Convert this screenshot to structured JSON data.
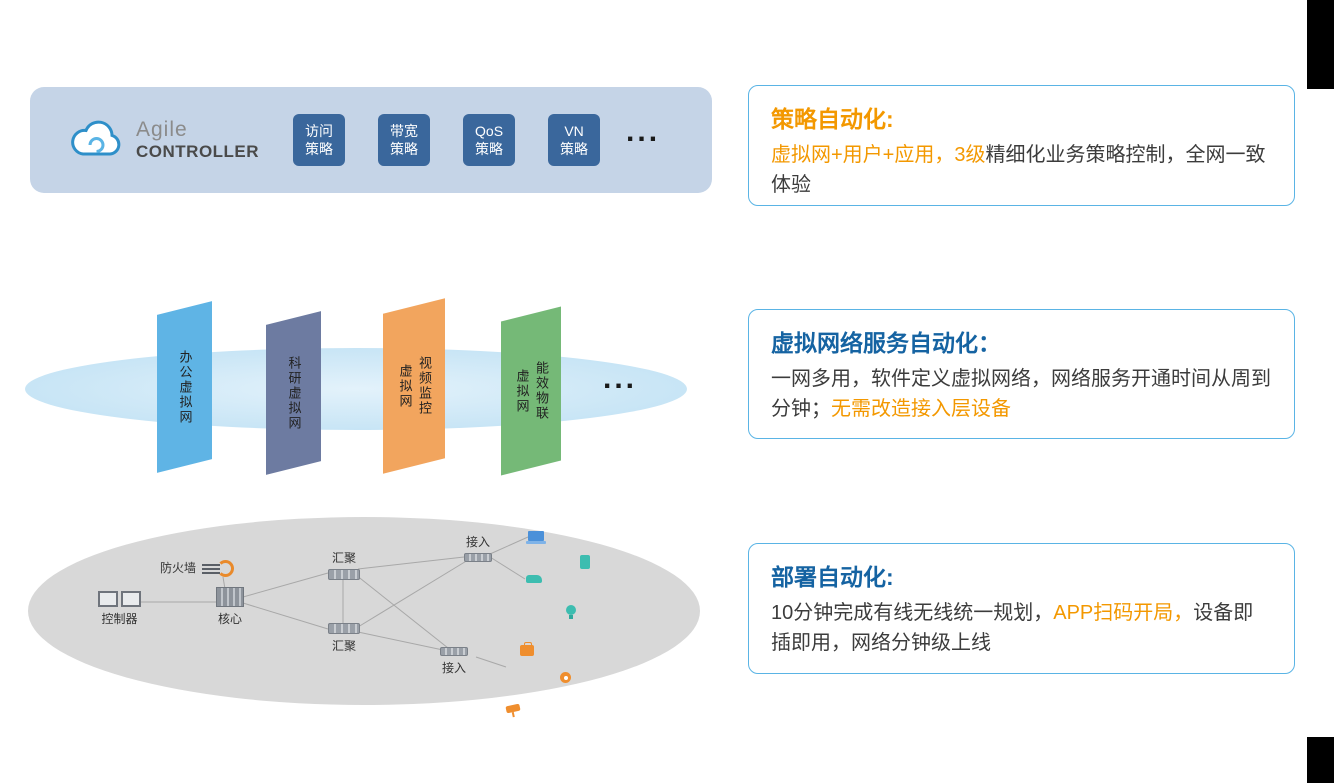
{
  "page": {
    "background": "#ffffff"
  },
  "controller_bar": {
    "bar_color": "#c5d4e7",
    "brand": {
      "line1": "Agile",
      "line2": "CONTROLLER"
    },
    "badge_color": "#3a679c",
    "badges": [
      {
        "line1": "访问",
        "line2": "策略"
      },
      {
        "line1": "带宽",
        "line2": "策略"
      },
      {
        "line1": "QoS",
        "line2": "策略"
      },
      {
        "line1": "VN",
        "line2": "策略"
      }
    ],
    "ellipsis": "..."
  },
  "virtual_network_layer": {
    "panels": [
      {
        "label": "办公虚拟网",
        "color": "#5fb4e5"
      },
      {
        "label": "科研虚拟网",
        "color": "#6d7ba1"
      },
      {
        "label": "视频监控\n虚拟网",
        "color": "#f2a55e"
      },
      {
        "label": "能效物联\n虚拟网",
        "color": "#75b977"
      }
    ],
    "ellipsis": "..."
  },
  "topology": {
    "labels": {
      "firewall": "防火墙",
      "controller": "控制器",
      "core": "核心",
      "agg_top": "汇聚",
      "agg_bottom": "汇聚",
      "access_top": "接入",
      "access_bottom": "接入"
    }
  },
  "info_boxes": [
    {
      "title": "策略自动化:",
      "title_color": "#f39800",
      "segments": [
        {
          "text": "虚拟网+用户+应用，3级",
          "color": "#f39800"
        },
        {
          "text": "精细化业务策略控制，全网一致体验",
          "color": "#3c3c3c"
        }
      ]
    },
    {
      "title": "虚拟网络服务自动化：",
      "title_color": "#1563a2",
      "segments": [
        {
          "text": "一网多用，软件定义虚拟网络，网络服务开通时间从周到分钟；",
          "color": "#3c3c3c"
        },
        {
          "text": "无需改造接入层设备",
          "color": "#f39800"
        }
      ]
    },
    {
      "title": "部署自动化:",
      "title_color": "#1563a2",
      "segments": [
        {
          "text": "10分钟完成有线无线统一规划，",
          "color": "#3c3c3c"
        },
        {
          "text": "APP扫码开局，",
          "color": "#f39800"
        },
        {
          "text": "设备即插即用，网络分钟级上线",
          "color": "#3c3c3c"
        }
      ]
    }
  ],
  "accent_colors": {
    "orange": "#f39800",
    "box_border_blue": "#5ab4e5",
    "title_blue": "#1563a2"
  }
}
